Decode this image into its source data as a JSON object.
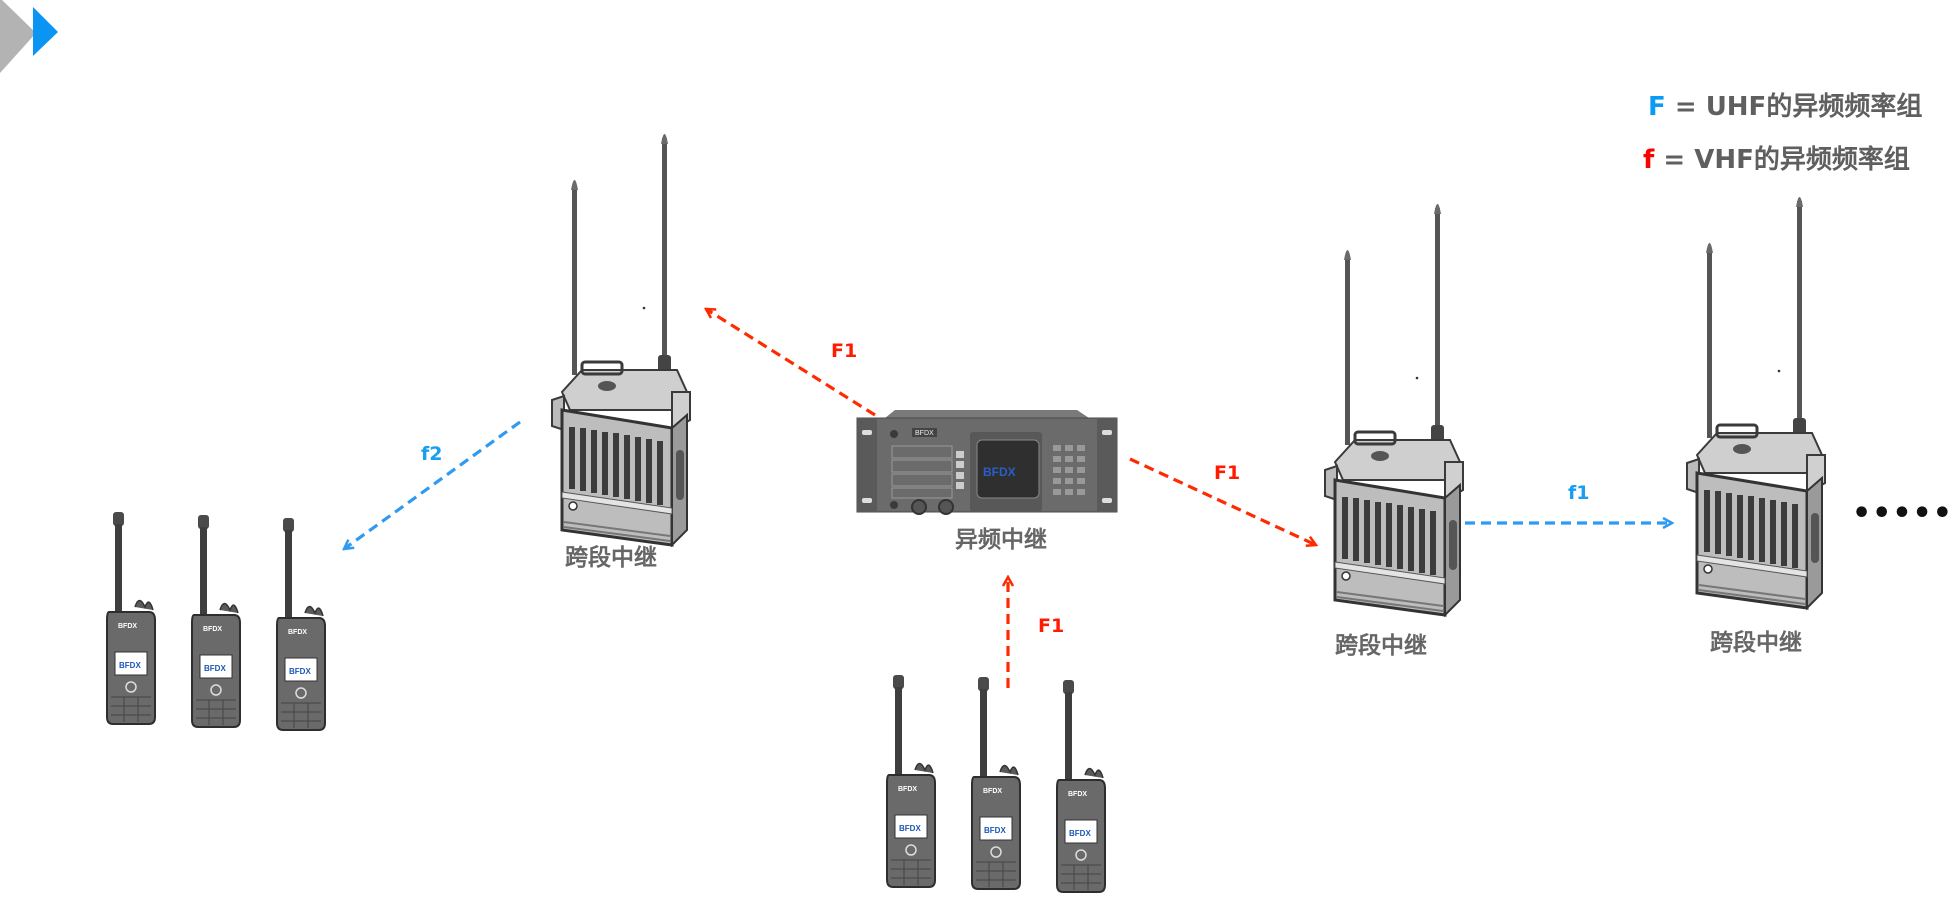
{
  "header": {
    "decor_icon": "double-chevron-right-icon",
    "colors": {
      "chevron_gray": "#b3b3b3",
      "chevron_blue": "#0a95f5"
    }
  },
  "legend": {
    "items": [
      {
        "symbol": "F",
        "equals": "=",
        "text": "UHF的异频频率组",
        "color": "#0a9cf5"
      },
      {
        "symbol": "f",
        "equals": "=",
        "text": "VHF的异频频率组",
        "color": "#ff0000"
      }
    ]
  },
  "nodes": {
    "center_repeater": {
      "label": "异频中继",
      "icon": "rack-repeater-icon",
      "screen_brand": "BFDX",
      "panel_brand": "BFDX"
    },
    "left_relay": {
      "label": "跨段中继",
      "icon": "portable-relay-icon"
    },
    "right_relay_1": {
      "label": "跨段中继",
      "icon": "portable-relay-icon"
    },
    "right_relay_2": {
      "label": "跨段中继",
      "icon": "portable-relay-icon"
    },
    "left_radios": {
      "count": 3,
      "icon": "walkie-talkie-icon",
      "brand": "BFDX"
    },
    "bottom_radios": {
      "count": 3,
      "icon": "walkie-talkie-icon",
      "brand": "BFDX"
    }
  },
  "links": [
    {
      "id": "center-to-left-relay",
      "label": "F1",
      "type": "UHF",
      "color": "#ff2a00"
    },
    {
      "id": "center-to-right-relay",
      "label": "F1",
      "type": "UHF",
      "color": "#ff2a00"
    },
    {
      "id": "bottom-radios-to-center",
      "label": "F1",
      "type": "UHF",
      "color": "#ff2a00"
    },
    {
      "id": "left-relay-to-left-radios",
      "label": "f2",
      "type": "VHF",
      "color": "#2f9af0"
    },
    {
      "id": "right-relay-to-right-relay-2",
      "label": "f1",
      "type": "VHF",
      "color": "#2f9af0"
    }
  ],
  "continuation": {
    "text": "••••••"
  }
}
